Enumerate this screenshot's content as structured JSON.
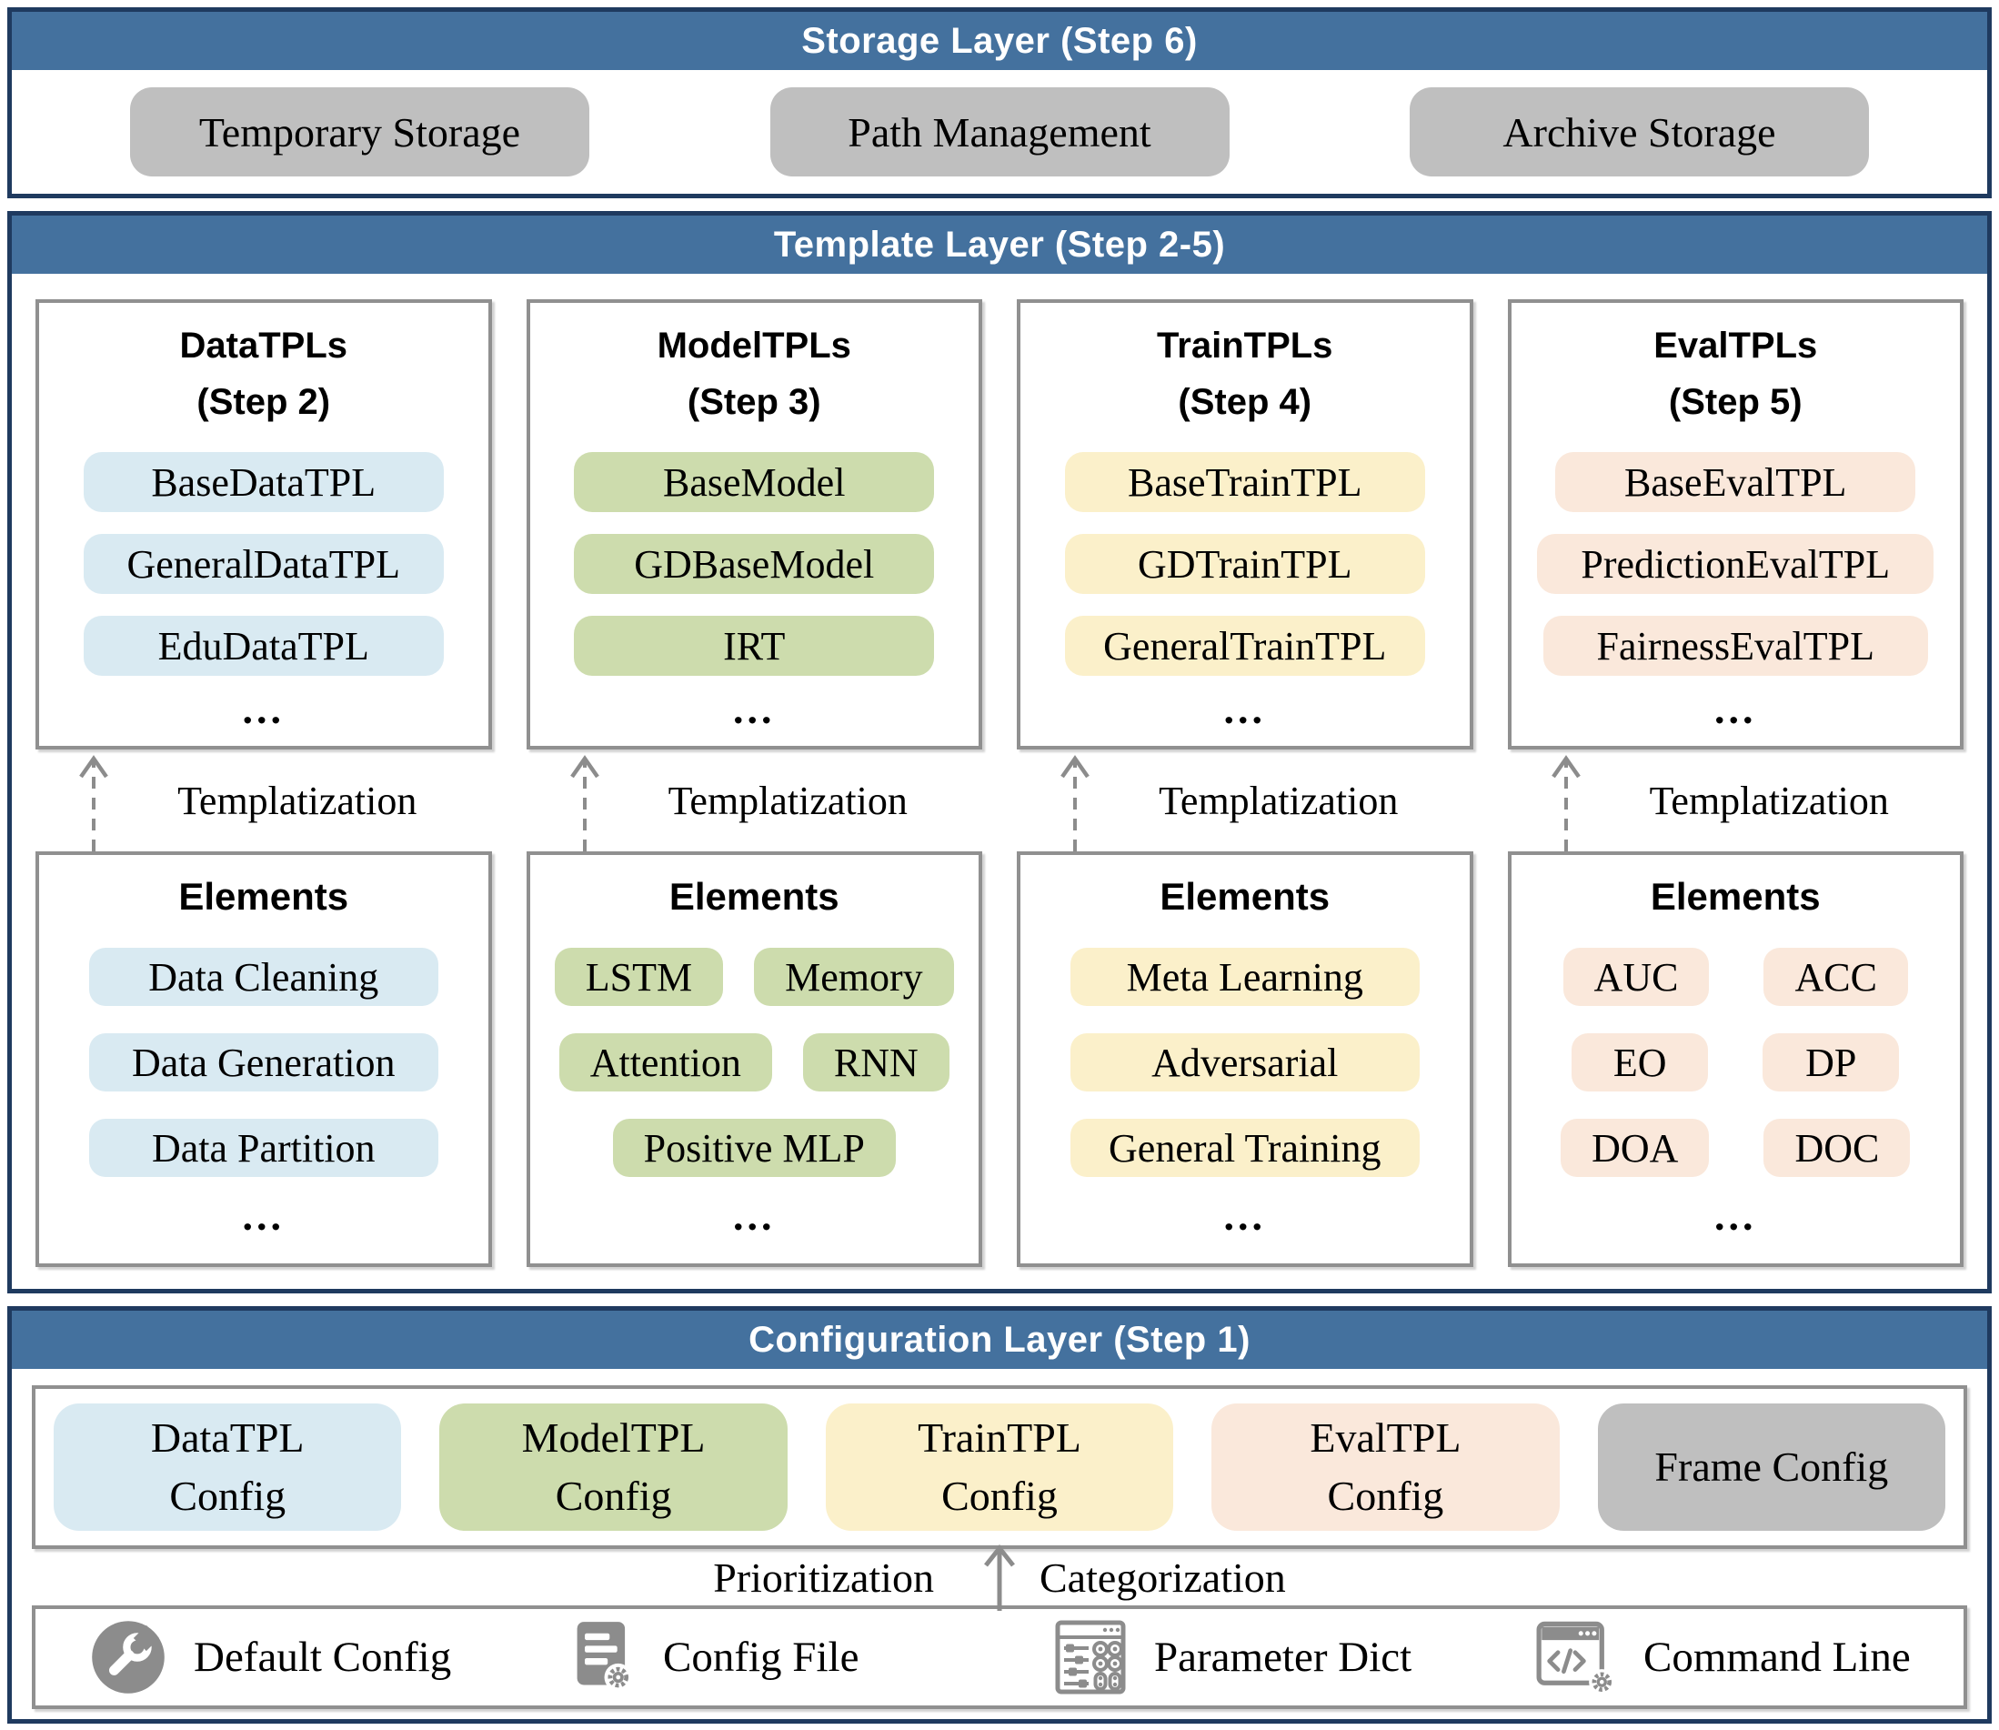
{
  "colors": {
    "layer_header_bg": "#44719E",
    "layer_border": "#1F3A5F",
    "inner_box_border": "#909090",
    "gray_pill": "#BFBFBF",
    "blue_pill": "#D9EAF2",
    "green_pill": "#CDDCAD",
    "yellow_pill": "#FBF0CA",
    "peach_pill": "#FAE8DB",
    "icon_gray": "#8C8C8C"
  },
  "storage_layer": {
    "title": "Storage Layer (Step 6)",
    "items": [
      "Temporary Storage",
      "Path Management",
      "Archive Storage"
    ]
  },
  "template_layer": {
    "title": "Template Layer (Step 2-5)",
    "columns": [
      {
        "title": "DataTPLs",
        "step": "(Step 2)",
        "tpls": [
          "BaseDataTPL",
          "GeneralDataTPL",
          "EduDataTPL"
        ],
        "tpl_ellipsis": "...",
        "arrow_label": "Templatization",
        "elements_title": "Elements",
        "element_rows": [
          [
            "Data Cleaning"
          ],
          [
            "Data Generation"
          ],
          [
            "Data Partition"
          ]
        ],
        "elements_ellipsis": "..."
      },
      {
        "title": "ModelTPLs",
        "step": "(Step 3)",
        "tpls": [
          "BaseModel",
          "GDBaseModel",
          "IRT"
        ],
        "tpl_ellipsis": "...",
        "arrow_label": "Templatization",
        "elements_title": "Elements",
        "element_rows": [
          [
            "LSTM",
            "Memory"
          ],
          [
            "Attention",
            "RNN"
          ],
          [
            "Positive MLP"
          ]
        ],
        "elements_ellipsis": "..."
      },
      {
        "title": "TrainTPLs",
        "step": "(Step 4)",
        "tpls": [
          "BaseTrainTPL",
          "GDTrainTPL",
          "GeneralTrainTPL"
        ],
        "tpl_ellipsis": "...",
        "arrow_label": "Templatization",
        "elements_title": "Elements",
        "element_rows": [
          [
            "Meta Learning"
          ],
          [
            "Adversarial"
          ],
          [
            "General Training"
          ]
        ],
        "elements_ellipsis": "..."
      },
      {
        "title": "EvalTPLs",
        "step": "(Step 5)",
        "tpls": [
          "BaseEvalTPL",
          "PredictionEvalTPL",
          "FairnessEvalTPL"
        ],
        "tpl_ellipsis": "...",
        "arrow_label": "Templatization",
        "elements_title": "Elements",
        "element_rows": [
          [
            "AUC",
            "ACC"
          ],
          [
            "EO",
            "DP"
          ],
          [
            "DOA",
            "DOC"
          ]
        ],
        "elements_ellipsis": "..."
      }
    ]
  },
  "configuration_layer": {
    "title": "Configuration  Layer (Step 1)",
    "configs": [
      {
        "line1": "DataTPL",
        "line2": "Config",
        "theme": "blue"
      },
      {
        "line1": "ModelTPL",
        "line2": "Config",
        "theme": "green"
      },
      {
        "line1": "TrainTPL",
        "line2": "Config",
        "theme": "yellow"
      },
      {
        "line1": "EvalTPL",
        "line2": "Config",
        "theme": "peach"
      },
      {
        "line1": "Frame Config",
        "line2": "",
        "theme": "gray"
      }
    ],
    "flow": {
      "left": "Prioritization",
      "right": "Categorization"
    },
    "sources": [
      {
        "icon": "wrench-icon",
        "label": "Default Config"
      },
      {
        "icon": "config-file-icon",
        "label": "Config File"
      },
      {
        "icon": "parameter-dict-icon",
        "label": "Parameter Dict"
      },
      {
        "icon": "command-line-icon",
        "label": "Command Line"
      }
    ]
  }
}
